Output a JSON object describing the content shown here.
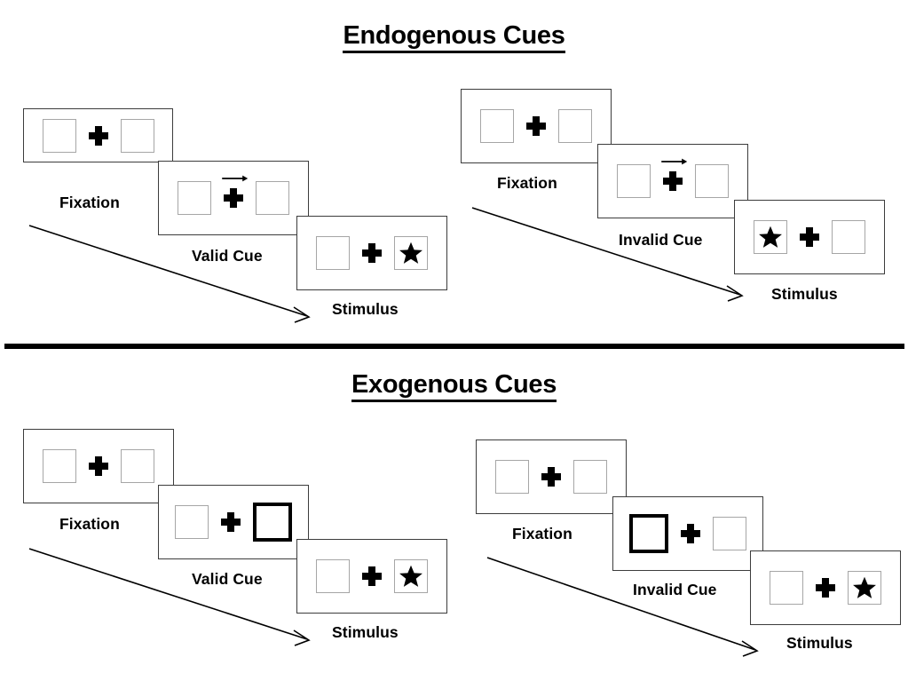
{
  "figure": {
    "sections": [
      {
        "id": "endogenous",
        "title": "Endogenous Cues",
        "sequences": [
          {
            "id": "endogenous-valid",
            "cue_type": "arrow",
            "frames": [
              {
                "label": "Fixation",
                "cue": "none",
                "target": "none"
              },
              {
                "label": "Valid Cue",
                "cue": "arrow-right",
                "target": "none"
              },
              {
                "label": "Stimulus",
                "cue": "none",
                "target": "right"
              }
            ]
          },
          {
            "id": "endogenous-invalid",
            "cue_type": "arrow",
            "frames": [
              {
                "label": "Fixation",
                "cue": "none",
                "target": "none"
              },
              {
                "label": "Invalid Cue",
                "cue": "arrow-right",
                "target": "none"
              },
              {
                "label": "Stimulus",
                "cue": "none",
                "target": "left"
              }
            ]
          }
        ]
      },
      {
        "id": "exogenous",
        "title": "Exogenous Cues",
        "sequences": [
          {
            "id": "exogenous-valid",
            "cue_type": "box-flash",
            "frames": [
              {
                "label": "Fixation",
                "cue": "none",
                "target": "none"
              },
              {
                "label": "Valid Cue",
                "cue": "box-right",
                "target": "none"
              },
              {
                "label": "Stimulus",
                "cue": "none",
                "target": "right"
              }
            ]
          },
          {
            "id": "exogenous-invalid",
            "cue_type": "box-flash",
            "frames": [
              {
                "label": "Fixation",
                "cue": "none",
                "target": "none"
              },
              {
                "label": "Invalid Cue",
                "cue": "box-left",
                "target": "none"
              },
              {
                "label": "Stimulus",
                "cue": "none",
                "target": "right"
              }
            ]
          }
        ]
      }
    ],
    "colors": {
      "frame_border": "#3c3c3c",
      "box_border": "#a6a6a6",
      "cue_box_border": "#000000",
      "fixation_cross": "#000000",
      "star": "#000000",
      "divider": "#000000",
      "background": "#ffffff",
      "text": "#000000"
    },
    "labels": {
      "fixation": "Fixation",
      "valid_cue": "Valid Cue",
      "invalid_cue": "Invalid Cue",
      "stimulus": "Stimulus"
    }
  }
}
